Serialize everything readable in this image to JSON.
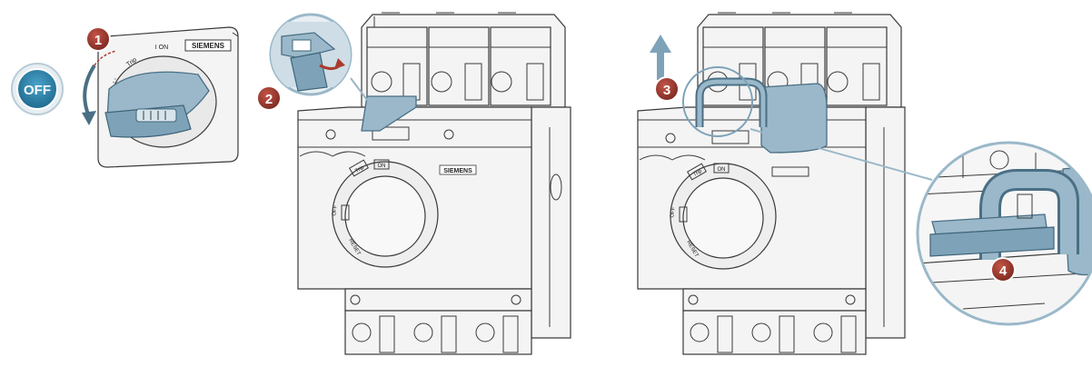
{
  "colors": {
    "accent_blue": "#9ab8c9",
    "accent_blue_dark": "#4a6f85",
    "step_badge": "#a93a2f",
    "off_badge": "#2f7fa6",
    "outline": "#3a3a3a",
    "body_fill": "#f4f4f4"
  },
  "off_badge": {
    "label": "OFF"
  },
  "steps": [
    {
      "number": "1"
    },
    {
      "number": "2"
    },
    {
      "number": "3"
    },
    {
      "number": "4"
    }
  ],
  "panel_1": {
    "brand": "SIEMENS",
    "on_label": "I ON",
    "trip_label": "Trip"
  },
  "breaker_1": {
    "brand": "SIEMENS",
    "trip_label": "Trip",
    "on_label": "ON",
    "off_label": "OFF",
    "reset_label": "RESET"
  },
  "breaker_2": {
    "trip_label": "Trip",
    "on_label": "ON",
    "off_label": "OFF",
    "reset_label": "RESET"
  }
}
